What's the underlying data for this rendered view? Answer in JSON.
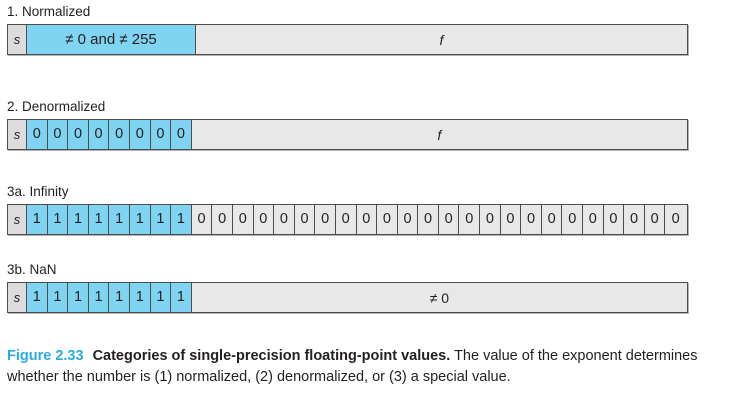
{
  "colors": {
    "highlight_blue": "#7fd4f1",
    "field_gray": "#e8e8e8",
    "sign_gray": "#dcdcdc",
    "border": "#4d4d4d",
    "figure_number_blue": "#29abe2",
    "text": "#231f20"
  },
  "sections": [
    {
      "id": "normalized",
      "label": "1. Normalized",
      "sign_cell": "s",
      "exponent_mode": "wide",
      "exponent_text": "≠ 0 and ≠ 255",
      "exponent_bits": [],
      "fraction_mode": "wide",
      "fraction_text": "f",
      "fraction_italic": true,
      "fraction_bits": []
    },
    {
      "id": "denormalized",
      "label": "2. Denormalized",
      "sign_cell": "s",
      "exponent_mode": "bits",
      "exponent_text": "",
      "exponent_bits": [
        "0",
        "0",
        "0",
        "0",
        "0",
        "0",
        "0",
        "0"
      ],
      "fraction_mode": "wide",
      "fraction_text": "f",
      "fraction_italic": true,
      "fraction_bits": []
    },
    {
      "id": "infinity",
      "label": "3a. Infinity",
      "sign_cell": "s",
      "exponent_mode": "bits",
      "exponent_text": "",
      "exponent_bits": [
        "1",
        "1",
        "1",
        "1",
        "1",
        "1",
        "1",
        "1"
      ],
      "fraction_mode": "bits",
      "fraction_text": "",
      "fraction_italic": false,
      "fraction_bits": [
        "0",
        "0",
        "0",
        "0",
        "0",
        "0",
        "0",
        "0",
        "0",
        "0",
        "0",
        "0",
        "0",
        "0",
        "0",
        "0",
        "0",
        "0",
        "0",
        "0",
        "0",
        "0",
        "0",
        "0"
      ]
    },
    {
      "id": "nan",
      "label": "3b. NaN",
      "sign_cell": "s",
      "exponent_mode": "bits",
      "exponent_text": "",
      "exponent_bits": [
        "1",
        "1",
        "1",
        "1",
        "1",
        "1",
        "1",
        "1"
      ],
      "fraction_mode": "wide",
      "fraction_text": "≠ 0",
      "fraction_italic": false,
      "fraction_bits": []
    }
  ],
  "caption": {
    "figure_number": "Figure 2.33",
    "title": "Categories of single-precision floating-point values.",
    "body": "The value of the exponent determines whether the number is (1) normalized, (2) denormalized, or (3) a special value."
  }
}
